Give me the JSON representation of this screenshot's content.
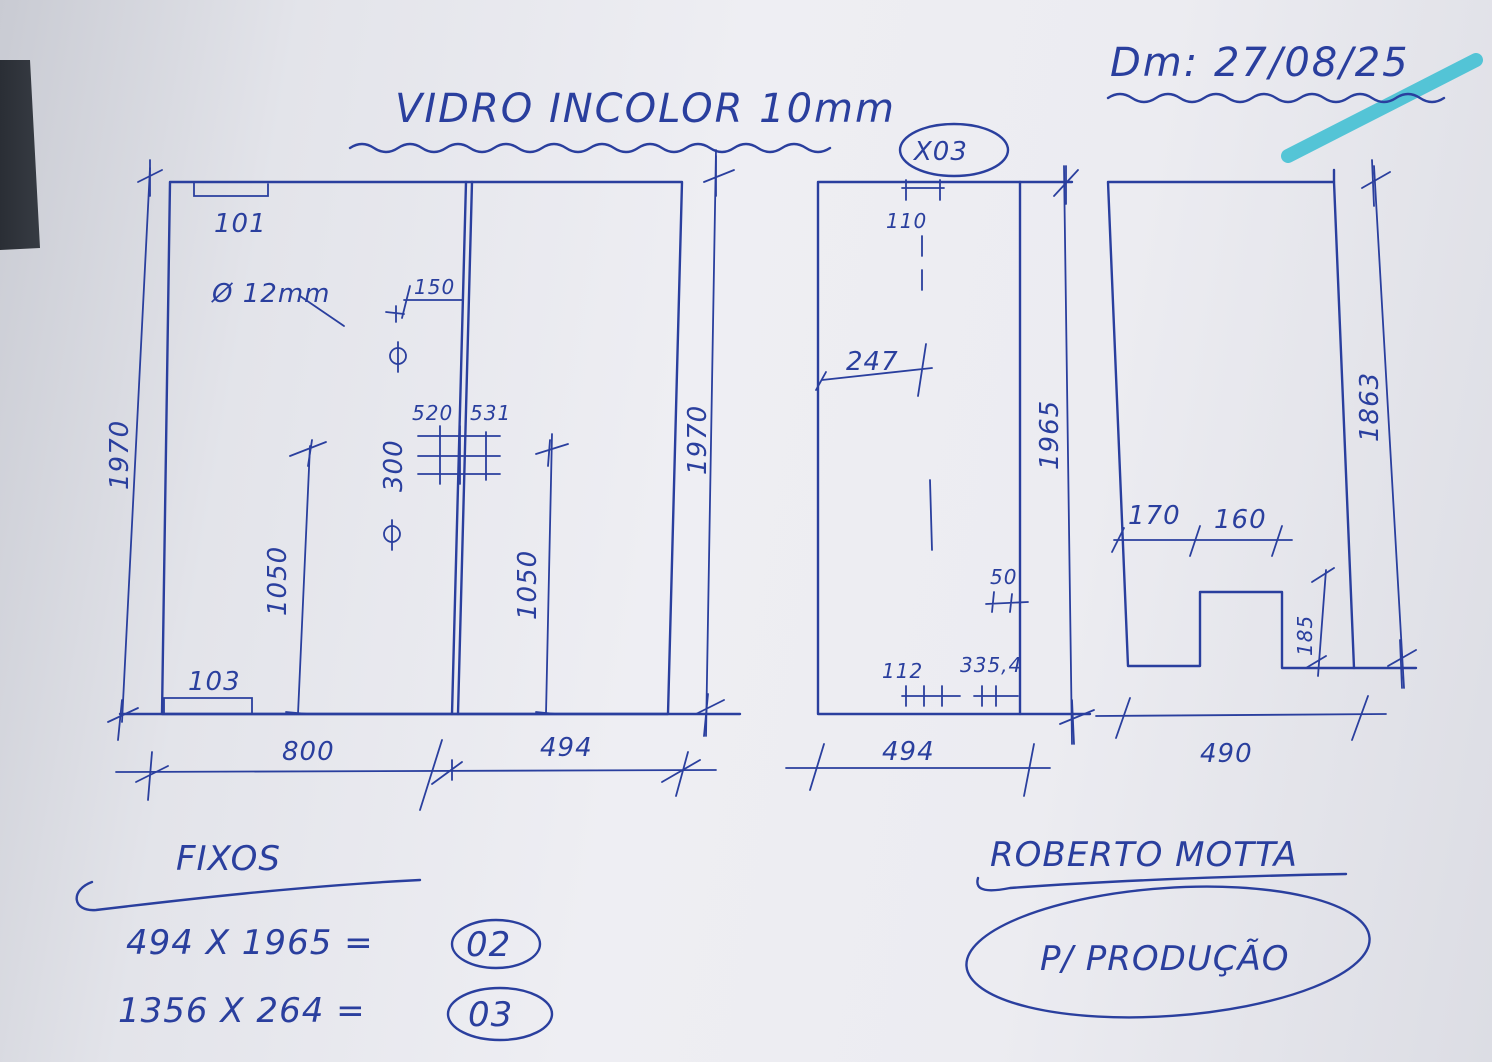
{
  "drawing": {
    "title": "VIDRO INCOLOR 10mm",
    "date": "Dm: 27/08/25",
    "part_id": "X03",
    "author": "ROBERTO MOTTA",
    "stamp": "P/ PRODUÇÃO",
    "ink_color": "#2a3f9e",
    "highlight_color": "#3bbfd3"
  },
  "panel_left": {
    "height_left": "1970",
    "height_right": "1970",
    "width_a": "800",
    "width_b": "494",
    "top_offset": "101",
    "hole_diameter": "Ø 12mm",
    "hole_offset": "150",
    "hole_spacing": "300",
    "hinge_a": "520",
    "hinge_b": "531",
    "handle_height_a": "1050",
    "handle_height_b": "1050",
    "bottom_offset": "103"
  },
  "panel_middle": {
    "top_dim": "110",
    "side_dim": "247",
    "height": "1965",
    "width": "494",
    "dim_50": "50",
    "dim_112": "112",
    "dim_3354": "335,4"
  },
  "panel_right": {
    "height": "1863",
    "width": "490",
    "notch_a": "170",
    "notch_b": "160",
    "notch_height": "185"
  },
  "fixos": {
    "label": "FIXOS",
    "items": [
      {
        "dims": "494 X 1965 =",
        "qty": "02"
      },
      {
        "dims": "1356 X 264 =",
        "qty": "03"
      }
    ]
  }
}
